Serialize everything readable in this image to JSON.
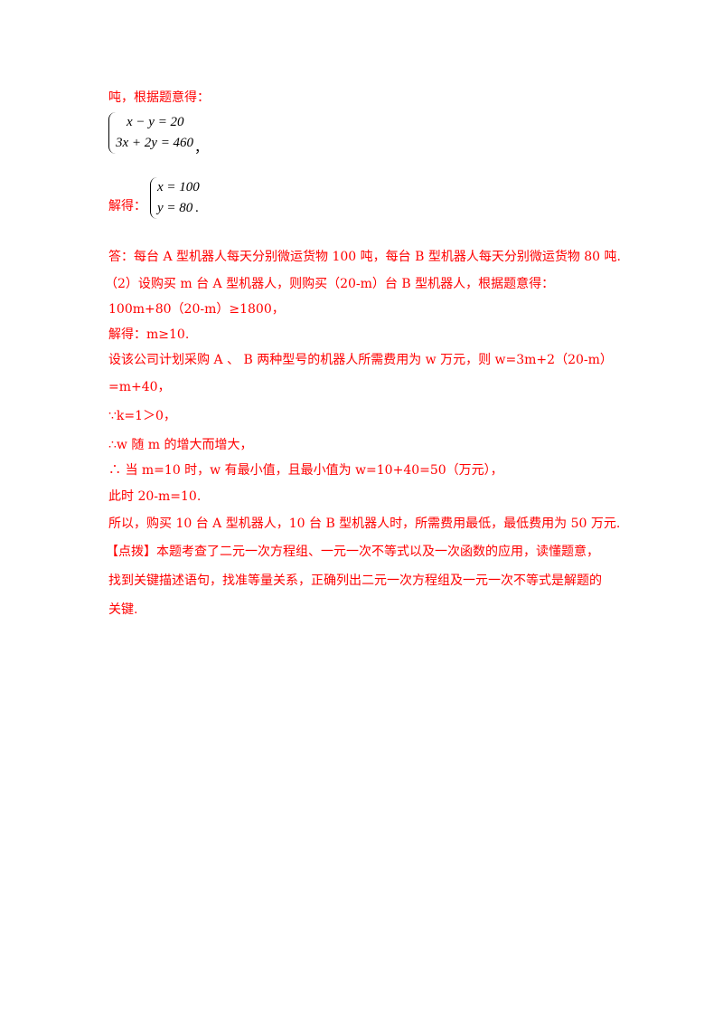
{
  "lines": {
    "l1": "吨，根据题意得：",
    "sys1_row1": "x − y = 20",
    "sys1_row2": "3x + 2y = 460",
    "sys1_tail": "，",
    "l_solve_label": "解得：",
    "sys2_row1": "x = 100",
    "sys2_row2": "y = 80",
    "sys2_tail": ".",
    "answer": "答：每台 A 型机器人每天分别微运货物 100 吨，每台 B 型机器人每天分别微运货物 80 吨.",
    "part2": "（2）设购买 m 台 A 型机器人，则购买（20-m）台 B 型机器人，根据题意得：",
    "ineq": "100m+80（20-m）≥1800，",
    "ineq_sol": "解得：m≥10.",
    "cost": "设该公司计划采购 A 、 B 两种型号的机器人所需费用为 w 万元，则 w=3m+2（20-m）",
    "cost2": "=m+40，",
    "k": "∵k=1＞0，",
    "inc": "∴w 随 m 的增大而增大，",
    "min": "∴ 当 m=10 时，w 有最小值，且最小值为 w=10+40=50（万元），",
    "then": "此时 20-m=10.",
    "conclusion": "所以，购买 10 台 A 型机器人，10 台 B 型机器人时，所需费用最低，最低费用为 50 万元.",
    "comment1": "【点拨】本题考查了二元一次方程组、一元一次不等式以及一次函数的应用，读懂题意，",
    "comment2": "找到关键描述语句，找准等量关系，正确列出二元一次方程组及一元一次不等式是解题的",
    "comment3": "关键."
  },
  "colors": {
    "text": "#ff0000",
    "math": "#000000",
    "background": "#ffffff"
  }
}
